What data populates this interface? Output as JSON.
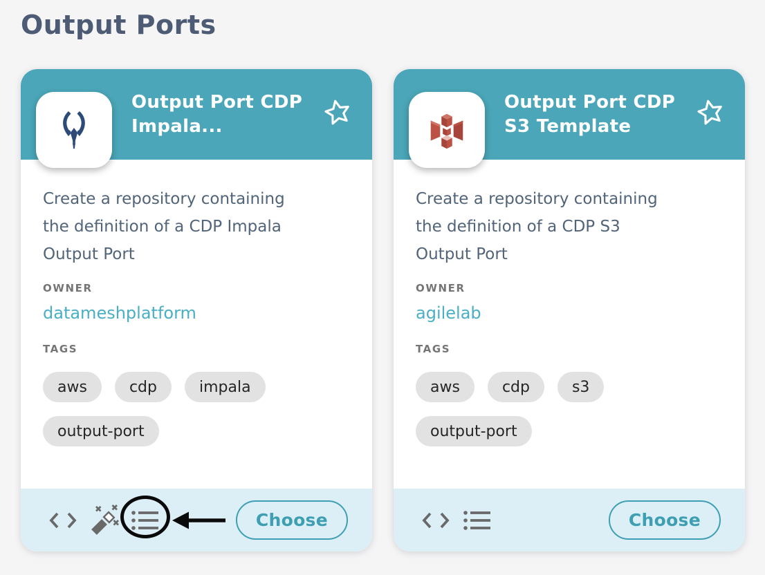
{
  "page": {
    "heading": "Output Ports"
  },
  "colors": {
    "page_bg": "#f5f5f6",
    "heading_text": "#4d5c74",
    "header_teal": "#4aa6b8",
    "footer_bg": "#dceff6",
    "description_text": "#51647a",
    "meta_label_gray": "#757575",
    "owner_link_teal": "#49afc4",
    "choose_teal": "#3e9fb3",
    "tag_bg": "#e2e2e2",
    "footer_icon_gray": "#696969",
    "annotation_black": "#0a0a0a",
    "impala_logo_navy": "#2d4b78",
    "s3_logo_red": "#bb5244"
  },
  "cards": [
    {
      "title": "Output Port CDP\nImpala...",
      "logo": "impala-icon",
      "favorite": "star-outline-icon",
      "description": "Create a repository containing\nthe definition of a CDP Impala\nOutput Port",
      "owner_label": "OWNER",
      "owner": "datameshplatform",
      "tags_label": "TAGS",
      "tags": [
        "aws",
        "cdp",
        "impala",
        "output-port"
      ],
      "footer_icons": [
        "code-icon",
        "magic-wand-icon",
        "list-icon"
      ],
      "choose_label": "Choose",
      "annotation": {
        "type": "circle-around-list-icon-with-left-arrow",
        "color": "#0a0a0a"
      }
    },
    {
      "title": "Output Port CDP\nS3 Template",
      "logo": "s3-icon",
      "favorite": "star-outline-icon",
      "description": "Create a repository containing\nthe definition of a CDP S3\nOutput Port",
      "owner_label": "OWNER",
      "owner": "agilelab",
      "tags_label": "TAGS",
      "tags": [
        "aws",
        "cdp",
        "s3",
        "output-port"
      ],
      "footer_icons": [
        "code-icon",
        "list-icon"
      ],
      "choose_label": "Choose"
    }
  ]
}
